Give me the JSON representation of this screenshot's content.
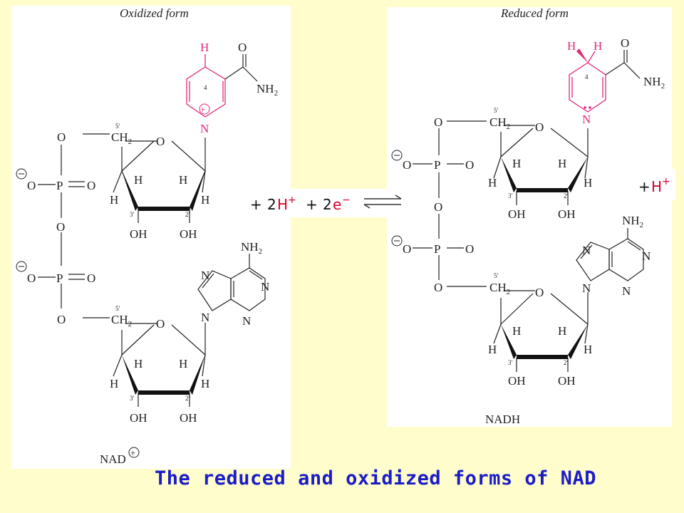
{
  "left_panel": {
    "title": "Oxidized form",
    "label": "NAD",
    "atoms": {
      "h4": "H",
      "o_amide": "O",
      "nh2": "NH",
      "nh2_sub": "2",
      "n_ring": "N",
      "c4": "4",
      "o_top": "O",
      "ch2_top": "CH",
      "ch2_top_sub": "2",
      "prime5_top": "5′",
      "o_ring_top": "O",
      "p_top": "P",
      "o_p_top_left": "O",
      "o_p_top_right": "O",
      "o_bridge": "O",
      "p_bot": "P",
      "o_p_bot_left": "O",
      "o_p_bot_right": "O",
      "o_bot": "O",
      "ch2_bot": "CH",
      "ch2_bot_sub": "2",
      "prime5_bot": "5′",
      "o_ring_bot": "O",
      "h_a": "H",
      "h_b": "H",
      "h_c": "H",
      "h_d": "H",
      "oh_a": "OH",
      "oh_b": "OH",
      "prime3": "3′",
      "prime2": "2′",
      "h_e": "H",
      "h_f": "H",
      "h_g": "H",
      "h_h": "H",
      "oh_c": "OH",
      "oh_d": "OH",
      "adenine_nh2": "NH",
      "adenine_nh2_sub": "2",
      "n7": "N",
      "n1": "N",
      "n3": "N",
      "n9": "N"
    }
  },
  "right_panel": {
    "title": "Reduced form",
    "label": "NADH",
    "atoms": {
      "h_wedge": "H",
      "h_plain": "H",
      "o_amide": "O",
      "nh2": "NH",
      "nh2_sub": "2",
      "n_ring": "N",
      "c4": "4",
      "prime5_top": "5′",
      "o_top": "O",
      "ch2_top": "CH",
      "ch2_top_sub": "2",
      "o_ring_top": "O",
      "o_p_top_left": "O",
      "p_top": "P",
      "o_p_top_right": "O",
      "o_bridge": "O",
      "o_p_bot_left": "O",
      "p_bot": "P",
      "o_p_bot_right": "O",
      "o_bot": "O",
      "ch2_bot": "CH",
      "ch2_bot_sub": "2",
      "prime5_bot": "5′",
      "o_ring_bot": "O",
      "h_a": "H",
      "h_b": "H",
      "h_c": "H",
      "h_d": "H",
      "oh_a": "OH",
      "oh_b": "OH",
      "prime3": "3′",
      "prime2": "2′",
      "h_e": "H",
      "h_f": "H",
      "h_g": "H",
      "h_h": "H",
      "oh_c": "OH",
      "oh_d": "OH",
      "adenine_nh2": "NH",
      "adenine_nh2_sub": "2",
      "n7": "N",
      "n1": "N",
      "n3": "N",
      "n9": "N"
    }
  },
  "equation": {
    "plus1": "+",
    "coef_h": "2",
    "h": "H",
    "h_charge": "+",
    "plus2": "+",
    "coef_e": "2",
    "e": "e",
    "e_charge": "−"
  },
  "product": {
    "plus": "+",
    "h": "H",
    "h_charge": "+"
  },
  "caption": "The reduced and oxidized forms of NAD",
  "colors": {
    "background": "#fffdcc",
    "panel": "#ffffff",
    "highlight": "#e0287a",
    "equation_red": "#d4002a",
    "caption": "#1c1cc8"
  }
}
